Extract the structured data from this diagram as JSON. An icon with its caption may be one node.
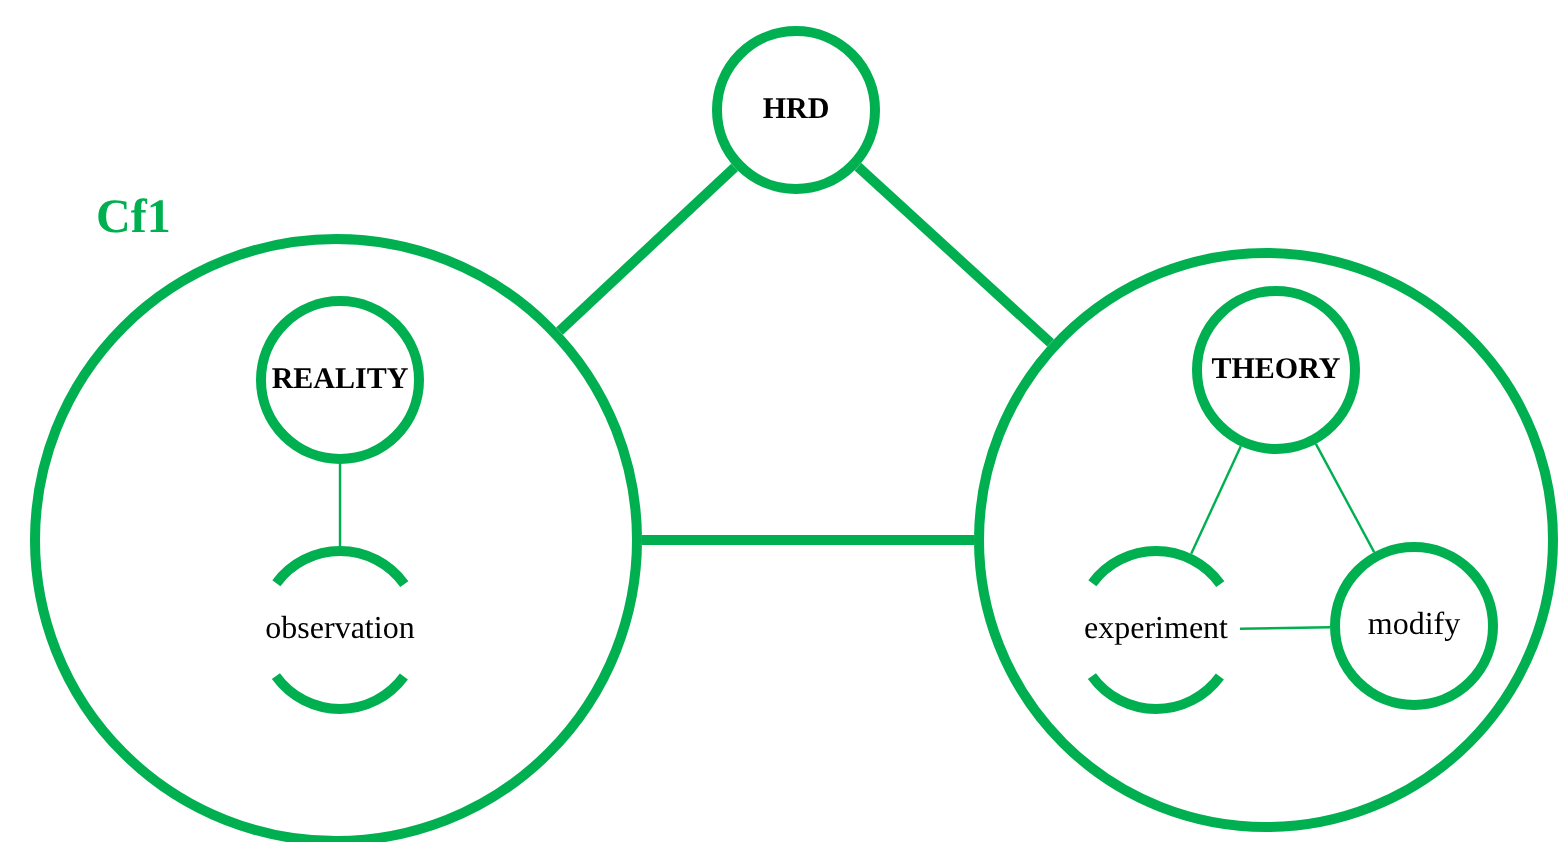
{
  "diagram": {
    "nodes": [
      {
        "text": [
          "HRD"
        ]
      },
      {
        "text": [
          "Cf1"
        ]
      },
      {
        "text": [
          "REALITY"
        ],
        "in": 1
      },
      {
        "text": [
          "observation"
        ],
        "in": 1
      },
      {
        "text": [],
        "shape": "circle"
      },
      {
        "text": [
          "THEORY"
        ],
        "in": 4
      },
      {
        "text": [
          "experiment"
        ],
        "in": 4
      },
      {
        "text": [
          "modify"
        ],
        "in": 4
      }
    ],
    "edges": [
      {
        "from": 0,
        "to": 1,
        "arrow": "none",
        "style": "thick"
      },
      {
        "from": 0,
        "to": 4,
        "arrow": "none",
        "style": "thick"
      },
      {
        "from": 1,
        "to": 4,
        "arrow": "none",
        "style": "thick"
      },
      {
        "from": 2,
        "to": 3,
        "arrow": "none"
      },
      {
        "from": 5,
        "to": 6,
        "arrow": "none"
      },
      {
        "from": 5,
        "to": 7,
        "arrow": "none"
      },
      {
        "from": 6,
        "to": 7,
        "arrow": "none"
      }
    ]
  }
}
